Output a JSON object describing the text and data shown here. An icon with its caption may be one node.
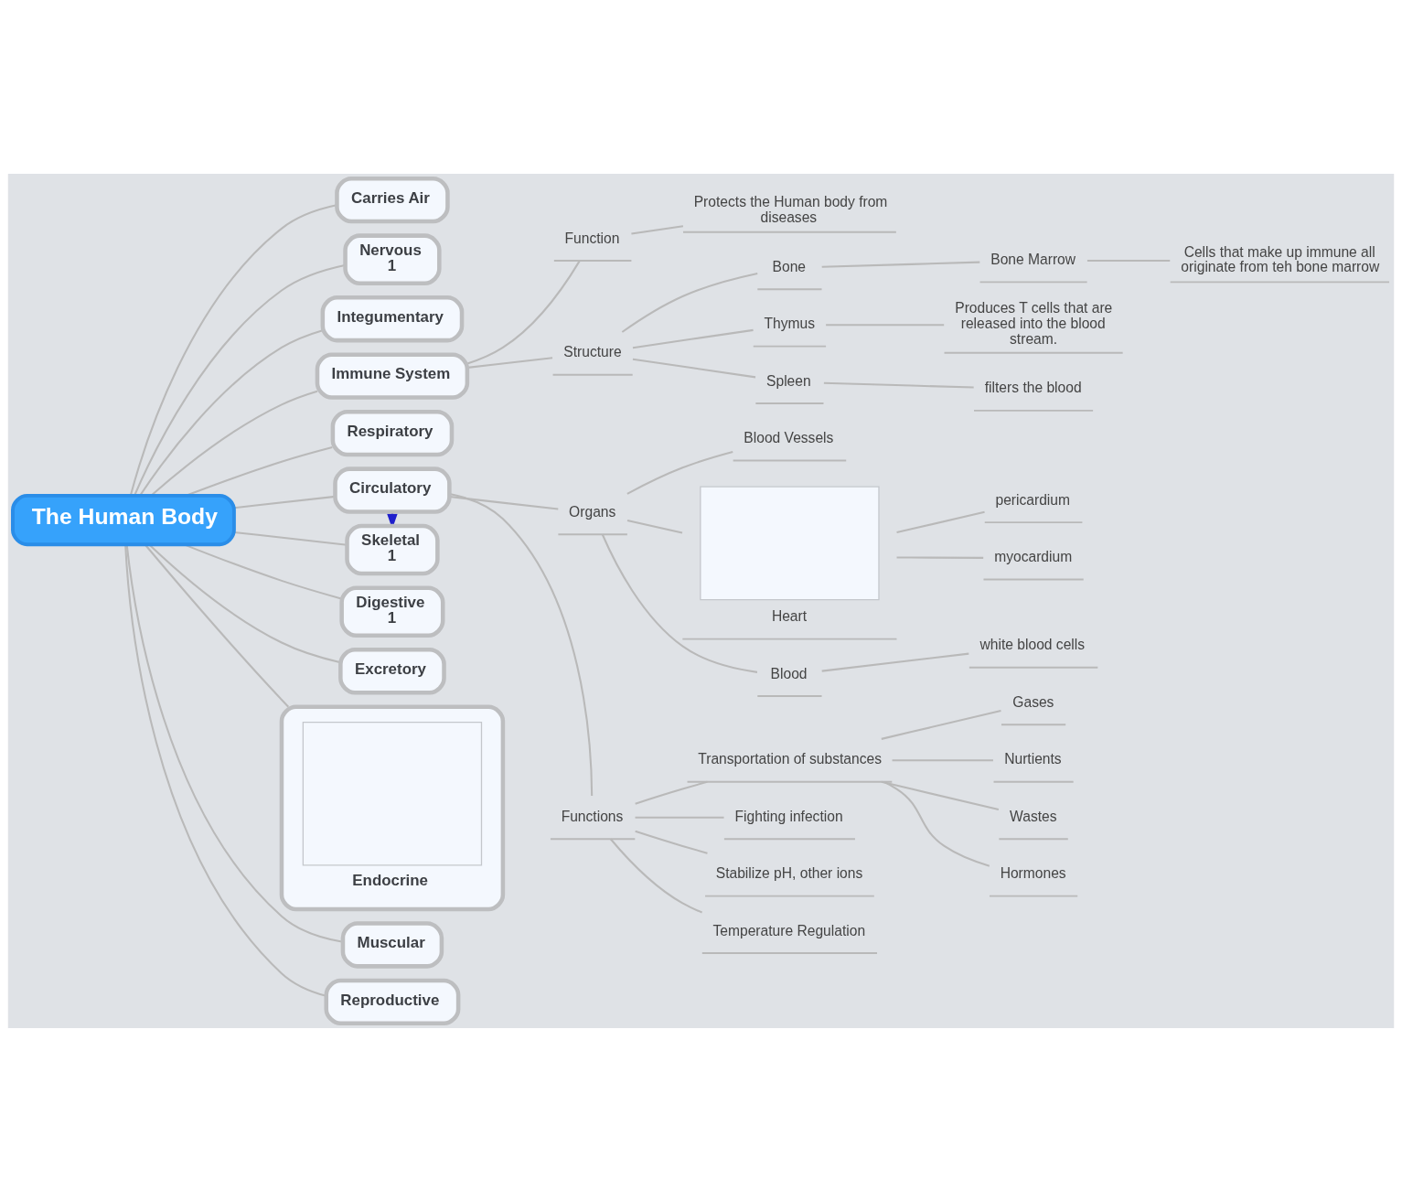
{
  "diagram": {
    "nodes": [
      {
        "text": [
          "The Human Body"
        ]
      },
      {
        "text": [
          "Carries Air"
        ]
      },
      {
        "text": [
          "Nervous",
          "1"
        ]
      },
      {
        "text": [
          "Integumentary"
        ]
      },
      {
        "text": [
          "Immune System"
        ]
      },
      {
        "text": [
          "Function"
        ]
      },
      {
        "text": [
          "Protects the Human body from diseases"
        ]
      },
      {
        "text": [
          "Structure"
        ]
      },
      {
        "text": [
          "Bone"
        ]
      },
      {
        "text": [
          "Bone Marrow"
        ]
      },
      {
        "text": [
          "Cells that make up immune all originate from teh bone marrow"
        ]
      },
      {
        "text": [
          "Thymus"
        ]
      },
      {
        "text": [
          "Produces T cells that are released into the blood stream."
        ]
      },
      {
        "text": [
          "Spleen"
        ]
      },
      {
        "text": [
          "filters the blood"
        ]
      },
      {
        "text": [
          "Respiratory"
        ]
      },
      {
        "text": [
          "Circulatory"
        ]
      },
      {
        "text": [
          "Organs"
        ]
      },
      {
        "text": [
          "Blood Vessels"
        ]
      },
      {
        "text": [
          "Heart"
        ]
      },
      {
        "text": [
          "pericardium"
        ]
      },
      {
        "text": [
          "myocardium"
        ]
      },
      {
        "text": [
          "Blood"
        ]
      },
      {
        "text": [
          "white blood cells"
        ]
      },
      {
        "text": [
          "Functions"
        ]
      },
      {
        "text": [
          "Transportation of substances"
        ]
      },
      {
        "text": [
          "Gases"
        ]
      },
      {
        "text": [
          "Nurtients"
        ]
      },
      {
        "text": [
          "Wastes"
        ]
      },
      {
        "text": [
          "Hormones"
        ]
      },
      {
        "text": [
          "Fighting infection"
        ]
      },
      {
        "text": [
          "Stabilize pH, other ions"
        ]
      },
      {
        "text": [
          "Temperature Regulation"
        ]
      },
      {
        "text": [
          "Skeletal",
          "1"
        ]
      },
      {
        "text": [
          "Digestive",
          "1"
        ]
      },
      {
        "text": [
          "Excretory"
        ]
      },
      {
        "text": [
          "Endocrine"
        ]
      },
      {
        "text": [
          "Muscular"
        ]
      },
      {
        "text": [
          "Reproductive"
        ]
      }
    ],
    "edges": [
      {
        "from": 0,
        "to": 1,
        "arrow": "none"
      },
      {
        "from": 0,
        "to": 2,
        "arrow": "none"
      },
      {
        "from": 0,
        "to": 3,
        "arrow": "none"
      },
      {
        "from": 0,
        "to": 4,
        "arrow": "none"
      },
      {
        "from": 4,
        "to": 5,
        "arrow": "none"
      },
      {
        "from": 5,
        "to": 6,
        "arrow": "none"
      },
      {
        "from": 4,
        "to": 7,
        "arrow": "none"
      },
      {
        "from": 7,
        "to": 8,
        "arrow": "none"
      },
      {
        "from": 8,
        "to": 9,
        "arrow": "none"
      },
      {
        "from": 9,
        "to": 10,
        "arrow": "none"
      },
      {
        "from": 7,
        "to": 11,
        "arrow": "none"
      },
      {
        "from": 11,
        "to": 12,
        "arrow": "none"
      },
      {
        "from": 7,
        "to": 13,
        "arrow": "none"
      },
      {
        "from": 13,
        "to": 14,
        "arrow": "none"
      },
      {
        "from": 0,
        "to": 15,
        "arrow": "none"
      },
      {
        "from": 0,
        "to": 16,
        "arrow": "none"
      },
      {
        "from": 16,
        "to": 17,
        "arrow": "none"
      },
      {
        "from": 17,
        "to": 18,
        "arrow": "none"
      },
      {
        "from": 17,
        "to": 19,
        "arrow": "none"
      },
      {
        "from": 19,
        "to": 20,
        "arrow": "none"
      },
      {
        "from": 19,
        "to": 21,
        "arrow": "none"
      },
      {
        "from": 17,
        "to": 22,
        "arrow": "none"
      },
      {
        "from": 22,
        "to": 23,
        "arrow": "none"
      },
      {
        "from": 16,
        "to": 24,
        "arrow": "none"
      },
      {
        "from": 24,
        "to": 25,
        "arrow": "none"
      },
      {
        "from": 25,
        "to": 26,
        "arrow": "none"
      },
      {
        "from": 25,
        "to": 27,
        "arrow": "none"
      },
      {
        "from": 25,
        "to": 28,
        "arrow": "none"
      },
      {
        "from": 25,
        "to": 29,
        "arrow": "none"
      },
      {
        "from": 24,
        "to": 30,
        "arrow": "none"
      },
      {
        "from": 24,
        "to": 31,
        "arrow": "none"
      },
      {
        "from": 24,
        "to": 32,
        "arrow": "none"
      },
      {
        "from": 16,
        "to": 33,
        "arrow": "to",
        "color": "#2020cc"
      },
      {
        "from": 0,
        "to": 33,
        "arrow": "none"
      },
      {
        "from": 0,
        "to": 34,
        "arrow": "none"
      },
      {
        "from": 0,
        "to": 35,
        "arrow": "none"
      },
      {
        "from": 0,
        "to": 36,
        "arrow": "none"
      },
      {
        "from": 0,
        "to": 37,
        "arrow": "none"
      },
      {
        "from": 0,
        "to": 38,
        "arrow": "none"
      }
    ]
  }
}
